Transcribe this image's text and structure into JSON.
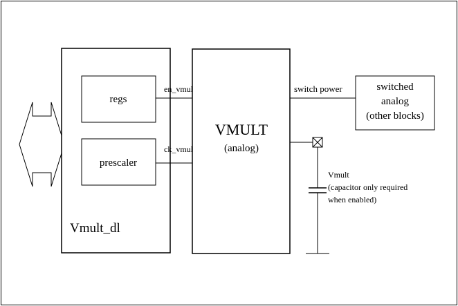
{
  "diagram": {
    "blocks": {
      "vmult_dl": {
        "label": "Vmult_dl"
      },
      "regs": {
        "label": "regs"
      },
      "prescaler": {
        "label": "prescaler"
      },
      "vmult": {
        "label": "VMULT",
        "sublabel": "(analog)"
      },
      "switched_analog": {
        "lines": [
          "switched",
          "analog",
          "(other blocks)"
        ]
      }
    },
    "signals": {
      "en_vmult": "en_vmult",
      "ck_vmult": "ck_vmult",
      "switch_power": "switch power"
    },
    "capacitor": {
      "lines": [
        "Vmult",
        "(capacitor only required",
        "when enabled)"
      ]
    }
  }
}
